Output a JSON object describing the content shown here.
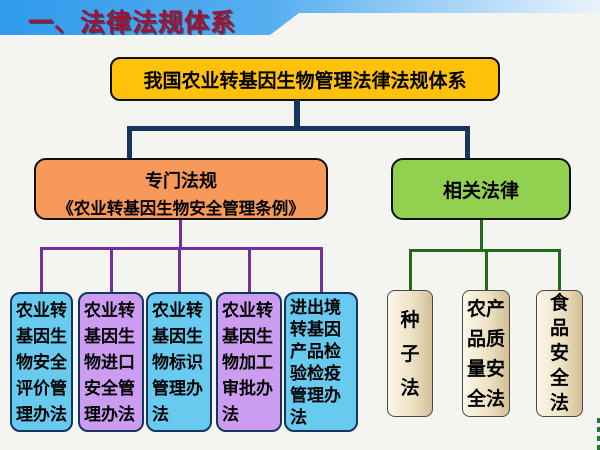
{
  "banner": {
    "title": "一、法律法规体系"
  },
  "tree": {
    "root": {
      "label": "我国农业转基因生物管理法律法规体系"
    },
    "special": {
      "title": "专门法规",
      "subtitle": "《农业转基因生物安全管理条例》",
      "items": [
        {
          "label": "农业转基因生物安全评价管理办法",
          "wrap": "农业转\n基因生\n物安全\n评价管\n理办法"
        },
        {
          "label": "农业转基因生物进口安全管理办法",
          "wrap": "农业转\n基因生\n物进口\n安全管\n理办法"
        },
        {
          "label": "农业转基因生物标识管理办法",
          "wrap": "农业转\n基因生\n物标识\n管理办\n法"
        },
        {
          "label": "农业转基因生物加工审批办法",
          "wrap": "农业转\n基因生\n物加工\n审批办\n法"
        },
        {
          "label": "进出境转基因产品检验检疫管理办法",
          "wrap": "进出境\n转基因\n产品检\n验检疫\n管理办\n法"
        }
      ]
    },
    "related": {
      "title": "相关法律",
      "items": [
        {
          "label": "种子法",
          "wrap": "种\n子\n法"
        },
        {
          "label": "农产品质量安全法",
          "wrap": "农产\n品质\n量安\n全法"
        },
        {
          "label": "食品安全法",
          "wrap": "食\n品\n安\n全\n法"
        }
      ]
    }
  },
  "colors": {
    "banner_blue": "#2f9aec",
    "title_red": "#9c1535",
    "root_yellow": "#ffc10a",
    "special_orange": "#f8995c",
    "related_green": "#92d050",
    "measure_cyan": "#68caef",
    "measure_violet": "#cb9cf0",
    "statute_beige": "#ead9b6",
    "connector_navy": "#17365d",
    "connector_purple": "#7030a0",
    "connector_green": "#1e6b1e"
  }
}
